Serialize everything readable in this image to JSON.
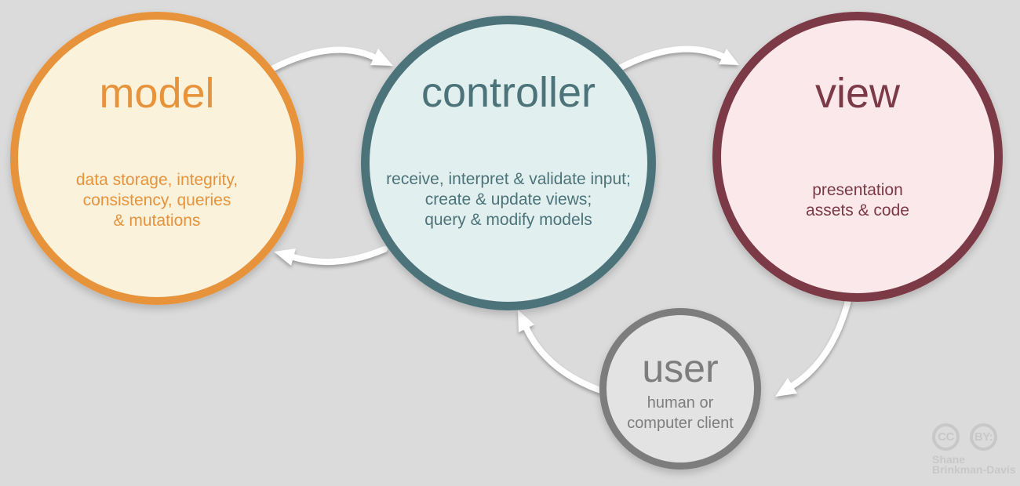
{
  "background": "#dbdbdb",
  "arrow_color": "#ffffff",
  "attribution_color": "#c8c8c8",
  "nodes": {
    "model": {
      "title": "model",
      "description": "data storage, integrity,\nconsistency, queries\n& mutations",
      "accent": "#e7933c",
      "fill": "#fbf2dc"
    },
    "controller": {
      "title": "controller",
      "description": "receive, interpret & validate input;\ncreate & update views;\nquery & modify models",
      "accent": "#4c737a",
      "fill": "#e1f0ee"
    },
    "view": {
      "title": "view",
      "description": "presentation\nassets & code",
      "accent": "#7b3a45",
      "fill": "#fae8eb"
    },
    "user": {
      "title": "user",
      "description": "human or\ncomputer client",
      "accent": "#7d7d7d",
      "fill": "#e3e3e3"
    }
  },
  "flows": [
    {
      "from": "model",
      "to": "controller"
    },
    {
      "from": "controller",
      "to": "view"
    },
    {
      "from": "controller",
      "to": "model"
    },
    {
      "from": "view",
      "to": "user"
    },
    {
      "from": "user",
      "to": "controller"
    }
  ],
  "attribution": {
    "badges": [
      "CC",
      "BY:"
    ],
    "name": "Shane\nBrinkman-Davis"
  }
}
